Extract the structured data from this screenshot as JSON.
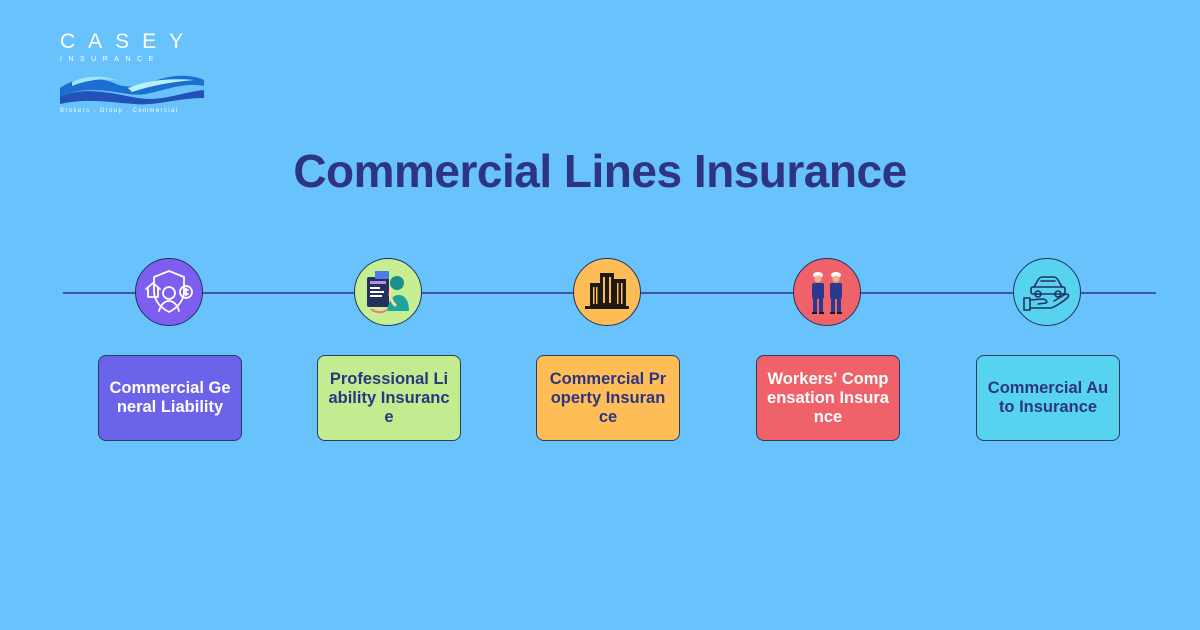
{
  "logo": {
    "name": "CASEY",
    "subtitle": "INSURANCE",
    "tagline": "Brokers . Group . Commercial"
  },
  "title": "Commercial Lines Insurance",
  "colors": {
    "background": "#68c2fb",
    "title": "#2e3580",
    "timeline": "#4453a3"
  },
  "steps": [
    {
      "label": "Commercial General Liability",
      "icon": "liability-shield-icon",
      "card_color": "#6b64ea",
      "circle_color": "#7e5ef0",
      "text_color": "#ffffff"
    },
    {
      "label": "Professional Liability Insurance",
      "icon": "professional-worker-icon",
      "card_color": "#c2ec90",
      "circle_color": "#c6ee92",
      "text_color": "#2e3580"
    },
    {
      "label": "Commercial Property Insurance",
      "icon": "building-icon",
      "card_color": "#ffbd58",
      "circle_color": "#ffbd58",
      "text_color": "#2e3580"
    },
    {
      "label": "Workers' Compensation Insurance",
      "icon": "workers-icon",
      "card_color": "#f0626a",
      "circle_color": "#f0626a",
      "text_color": "#ffffff"
    },
    {
      "label": "Commercial Auto Insurance",
      "icon": "car-in-hand-icon",
      "card_color": "#56d3ee",
      "circle_color": "#56d3ee",
      "text_color": "#2e3580"
    }
  ]
}
